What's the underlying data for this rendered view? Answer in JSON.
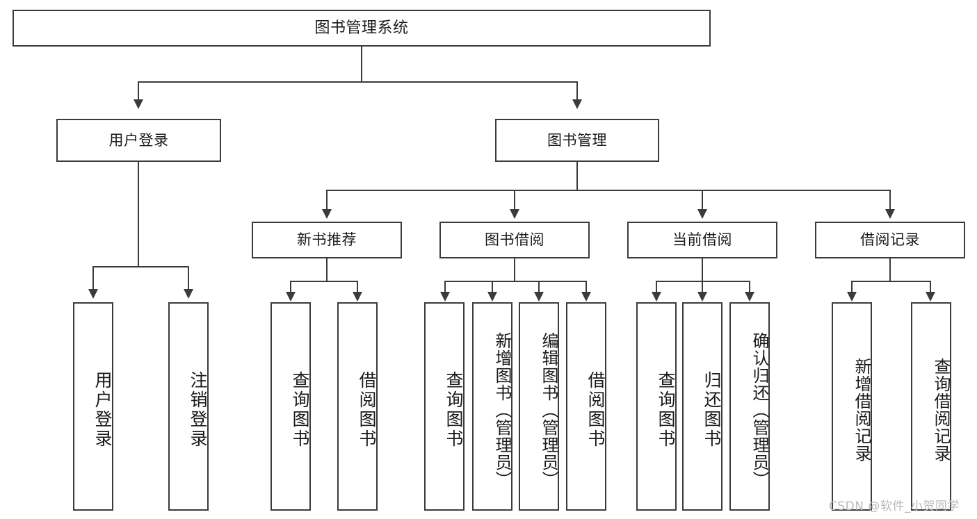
{
  "diagram": {
    "type": "tree",
    "title": "图书管理系统",
    "orientation": "top-down",
    "colors": {
      "stroke": "#3b3b3b",
      "fill": "#ffffff",
      "text": "#1a1a1a",
      "watermark": "#b9b9b9"
    },
    "root": {
      "label": "图书管理系统"
    },
    "level2": [
      {
        "label": "用户登录"
      },
      {
        "label": "图书管理"
      }
    ],
    "level3": [
      {
        "label": "新书推荐"
      },
      {
        "label": "图书借阅"
      },
      {
        "label": "当前借阅"
      },
      {
        "label": "借阅记录"
      }
    ],
    "leaves": {
      "user_login": [
        {
          "label": "用户登录"
        },
        {
          "label": "注销登录"
        }
      ],
      "new_book_recommend": [
        {
          "label": "查询图书"
        },
        {
          "label": "借阅图书"
        }
      ],
      "book_borrow": [
        {
          "label": "查询图书"
        },
        {
          "label": "新增图书（管理员）"
        },
        {
          "label": "编辑图书（管理员）"
        },
        {
          "label": "借阅图书"
        }
      ],
      "current_borrow": [
        {
          "label": "查询图书"
        },
        {
          "label": "归还图书"
        },
        {
          "label": "确认归还（管理员）"
        }
      ],
      "borrow_record": [
        {
          "label": "新增借阅记录"
        },
        {
          "label": "查询借阅记录"
        }
      ]
    }
  },
  "watermark": {
    "text": "CSDN @软件_小贺同学"
  }
}
